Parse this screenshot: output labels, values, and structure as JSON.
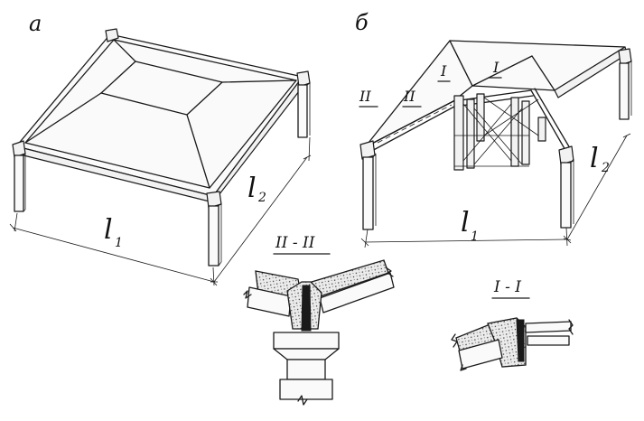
{
  "figure_a": {
    "letter": "а",
    "span1_label": "l",
    "span1_sub": "1",
    "span2_label": "l",
    "span2_sub": "2"
  },
  "figure_b": {
    "letter": "б",
    "marker_left": "II",
    "marker_left_inner": "II",
    "marker_center_left": "I",
    "marker_center_right": "I",
    "span1_label": "l",
    "span1_sub": "1",
    "span2_label": "l",
    "span2_sub": "2"
  },
  "section_II": {
    "title": "II - II"
  },
  "section_I": {
    "title": "I - I"
  }
}
